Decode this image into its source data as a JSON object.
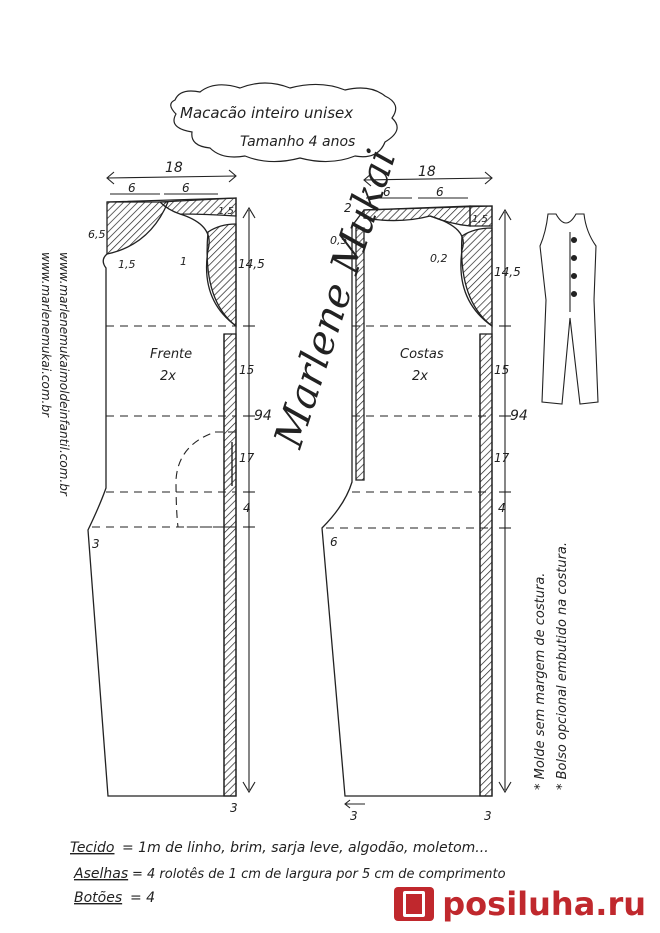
{
  "title": {
    "line1": "Macacão inteiro unisex",
    "line2": "Tamanho 4 anos"
  },
  "front_piece": {
    "name": "Frente",
    "count": "2x",
    "width": "18",
    "shoulder_left": "6",
    "shoulder_right": "6",
    "left_drop": "6,5",
    "neck_offset": "1,5",
    "armhole_offset": "1",
    "shoulder_drop": "1,5",
    "crotch_ext": "3",
    "hem_allowance": "3"
  },
  "back_piece": {
    "name": "Costas",
    "count": "2x",
    "width": "18",
    "shoulder_left": "6",
    "shoulder_right": "6",
    "neck_drop": "2",
    "neck_offset": "0,5",
    "armhole_offset": "0,2",
    "shoulder_drop": "1,5",
    "crotch_ext": "6",
    "hem_left": "3",
    "hem_right": "3"
  },
  "measures": {
    "seg1": "14,5",
    "seg2": "15",
    "seg3": "17",
    "seg4": "4",
    "total": "94"
  },
  "website": {
    "line1": "www.marlenemukaimoldeinfantil.com.br",
    "line2": "www.marlenemukai.com.br"
  },
  "signature": "Marlene Mukai",
  "notes": {
    "note1": "* Molde sem margem de costura.",
    "note2": "* Bolso opcional embutido na costura."
  },
  "materials": {
    "fabric_label": "Tecido",
    "fabric_value": "= 1m  de linho, brim, sarja leve, algodão, moletom...",
    "loops_label": "Aselhas",
    "loops_value": "= 4 rolotês de 1 cm de largura por 5 cm de comprimento",
    "buttons_label": "Botões",
    "buttons_value": "= 4"
  },
  "watermark": "posiluha.ru",
  "colors": {
    "ink": "#222222",
    "brand": "#c0282d"
  }
}
